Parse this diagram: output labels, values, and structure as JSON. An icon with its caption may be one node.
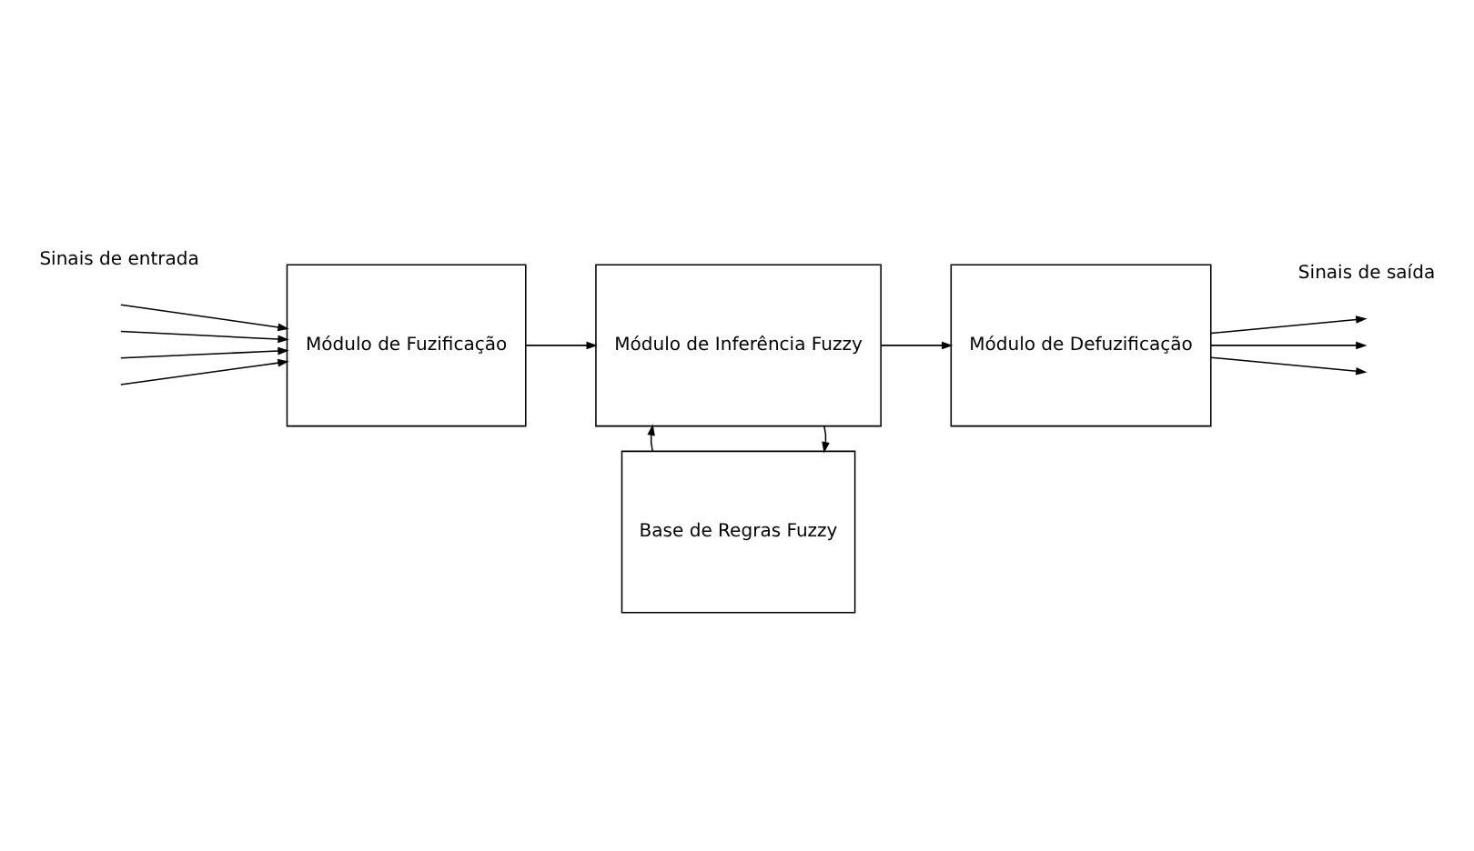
{
  "diagram": {
    "nodes": [
      {
        "text": [
          "Módulo de Fuzificação"
        ]
      },
      {
        "text": [
          "Módulo de Inferência Fuzzy"
        ]
      },
      {
        "text": [
          "Módulo de Defuzificação"
        ]
      },
      {
        "text": [
          "Base de Regras Fuzzy"
        ]
      }
    ],
    "edges": [
      {
        "from": null,
        "to": 0,
        "arrow": "to"
      },
      {
        "from": null,
        "to": 0,
        "arrow": "to"
      },
      {
        "from": null,
        "to": 0,
        "arrow": "to"
      },
      {
        "from": null,
        "to": 0,
        "arrow": "to"
      },
      {
        "from": 0,
        "to": 1,
        "arrow": "to"
      },
      {
        "from": 1,
        "to": 2,
        "arrow": "to"
      },
      {
        "from": 1,
        "to": 3,
        "arrow": "to"
      },
      {
        "from": 3,
        "to": 1,
        "arrow": "to"
      },
      {
        "from": 2,
        "to": null,
        "arrow": "to"
      },
      {
        "from": 2,
        "to": null,
        "arrow": "to"
      },
      {
        "from": 2,
        "to": null,
        "arrow": "to"
      }
    ],
    "labels": [
      "Sinais de entrada",
      "Sinais de saída"
    ]
  }
}
